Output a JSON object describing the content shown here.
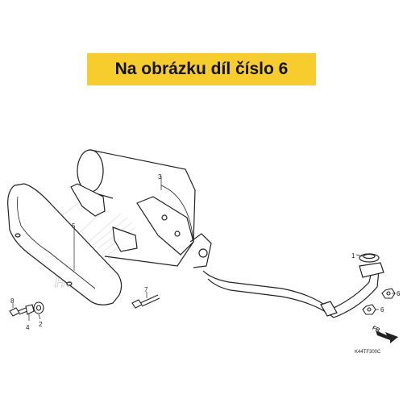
{
  "banner": {
    "text": "Na obrázku díl číslo 6",
    "color": "#f6cd2c"
  },
  "callouts": [
    "1",
    "2",
    "3",
    "4",
    "5",
    "6",
    "6",
    "7",
    "8"
  ],
  "watermark_text": "HONDA",
  "direction_label": "FR.",
  "figure_code": "K44TF300C",
  "icons": [
    "exhaust-muffler",
    "heat-shield",
    "exhaust-pipe",
    "gasket",
    "bolt",
    "nut",
    "washer",
    "front-arrow"
  ]
}
